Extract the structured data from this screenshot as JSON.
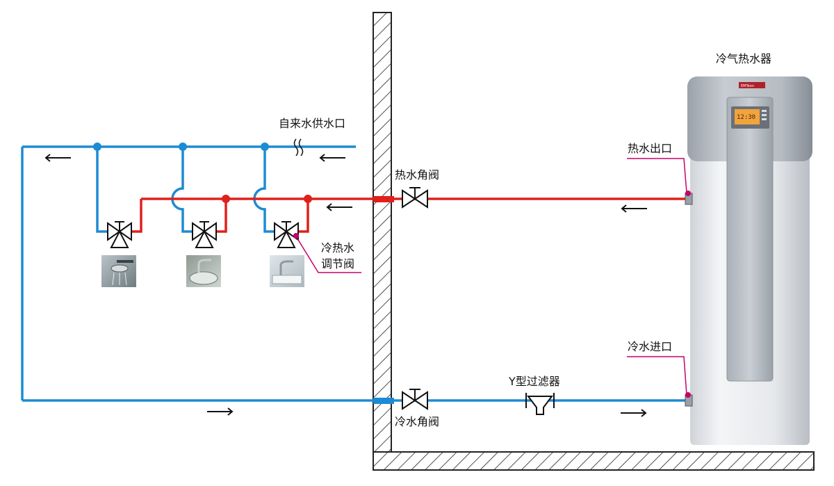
{
  "labels": {
    "heater": "冷气热水器",
    "supply_inlet": "自来水供水口",
    "hot_angle_valve": "热水角阀",
    "cold_angle_valve": "冷水角阀",
    "mixing_valve_1": "冷热水",
    "mixing_valve_2": "调节阀",
    "hot_outlet": "热水出口",
    "cold_inlet": "冷水进口",
    "y_filter": "Y型过滤器"
  },
  "colors": {
    "cold": "#1d8bd4",
    "hot": "#e0201b",
    "leader": "#c7006b",
    "wall": "#222222"
  },
  "fixtures": [
    "shower-head",
    "basin-faucet",
    "sink-faucet"
  ]
}
